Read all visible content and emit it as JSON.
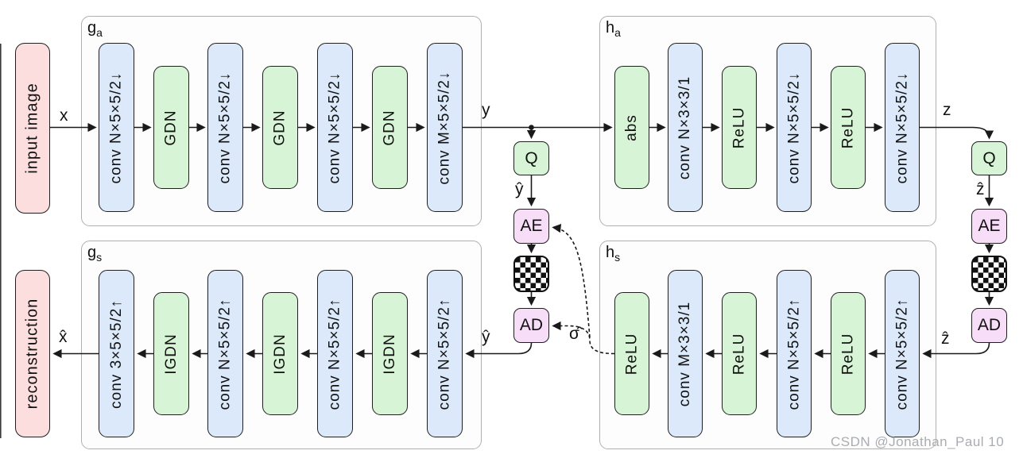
{
  "diagram": {
    "io": {
      "input": "input image",
      "reconstruction": "reconstruction"
    },
    "signals": {
      "x": "x",
      "y": "y",
      "z": "z",
      "x_hat": "x̂",
      "y_hat": "ŷ",
      "z_hat": "ẑ",
      "sigma_hat": "σ̂"
    },
    "nodes": {
      "quantizer": "Q",
      "arithmetic_encoder": "AE",
      "arithmetic_decoder": "AD"
    },
    "icons": {
      "bitstream": "checkerboard-bitstream"
    },
    "colors": {
      "conv_block_fill": "#dbe9fa",
      "activation_block_fill": "#d8f4d6",
      "image_box_fill": "#fcdede",
      "coder_box_fill": "#f8ddf8",
      "panel_border": "#b0b0b0",
      "block_border": "#1f1f1f",
      "arrow": "#1a1a1a",
      "watermark_text": "#a9adb2"
    },
    "encoders": {
      "ga": {
        "name": "g",
        "sub": "a",
        "blocks": [
          {
            "type": "conv",
            "label": "conv N×5×5/2↓"
          },
          {
            "type": "activation",
            "label": "GDN"
          },
          {
            "type": "conv",
            "label": "conv N×5×5/2↓"
          },
          {
            "type": "activation",
            "label": "GDN"
          },
          {
            "type": "conv",
            "label": "conv N×5×5/2↓"
          },
          {
            "type": "activation",
            "label": "GDN"
          },
          {
            "type": "conv",
            "label": "conv M×5×5/2↓"
          }
        ]
      },
      "ha": {
        "name": "h",
        "sub": "a",
        "blocks": [
          {
            "type": "activation",
            "label": "abs"
          },
          {
            "type": "conv",
            "label": "conv N×3×3/1"
          },
          {
            "type": "activation",
            "label": "ReLU"
          },
          {
            "type": "conv",
            "label": "conv N×5×5/2↓"
          },
          {
            "type": "activation",
            "label": "ReLU"
          },
          {
            "type": "conv",
            "label": "conv N×5×5/2↓"
          }
        ]
      },
      "gs": {
        "name": "g",
        "sub": "s",
        "blocks": [
          {
            "type": "conv",
            "label": "conv 3×5×5/2↑"
          },
          {
            "type": "activation",
            "label": "IGDN"
          },
          {
            "type": "conv",
            "label": "conv N×5×5/2↑"
          },
          {
            "type": "activation",
            "label": "IGDN"
          },
          {
            "type": "conv",
            "label": "conv N×5×5/2↑"
          },
          {
            "type": "activation",
            "label": "IGDN"
          },
          {
            "type": "conv",
            "label": "conv N×5×5/2↑"
          }
        ]
      },
      "hs": {
        "name": "h",
        "sub": "s",
        "blocks": [
          {
            "type": "activation",
            "label": "ReLU"
          },
          {
            "type": "conv",
            "label": "conv M×3×3/1"
          },
          {
            "type": "activation",
            "label": "ReLU"
          },
          {
            "type": "conv",
            "label": "conv N×5×5/2↑"
          },
          {
            "type": "activation",
            "label": "ReLU"
          },
          {
            "type": "conv",
            "label": "conv N×5×5/2↑"
          }
        ]
      }
    },
    "watermark": "CSDN @Jonathan_Paul 10"
  }
}
